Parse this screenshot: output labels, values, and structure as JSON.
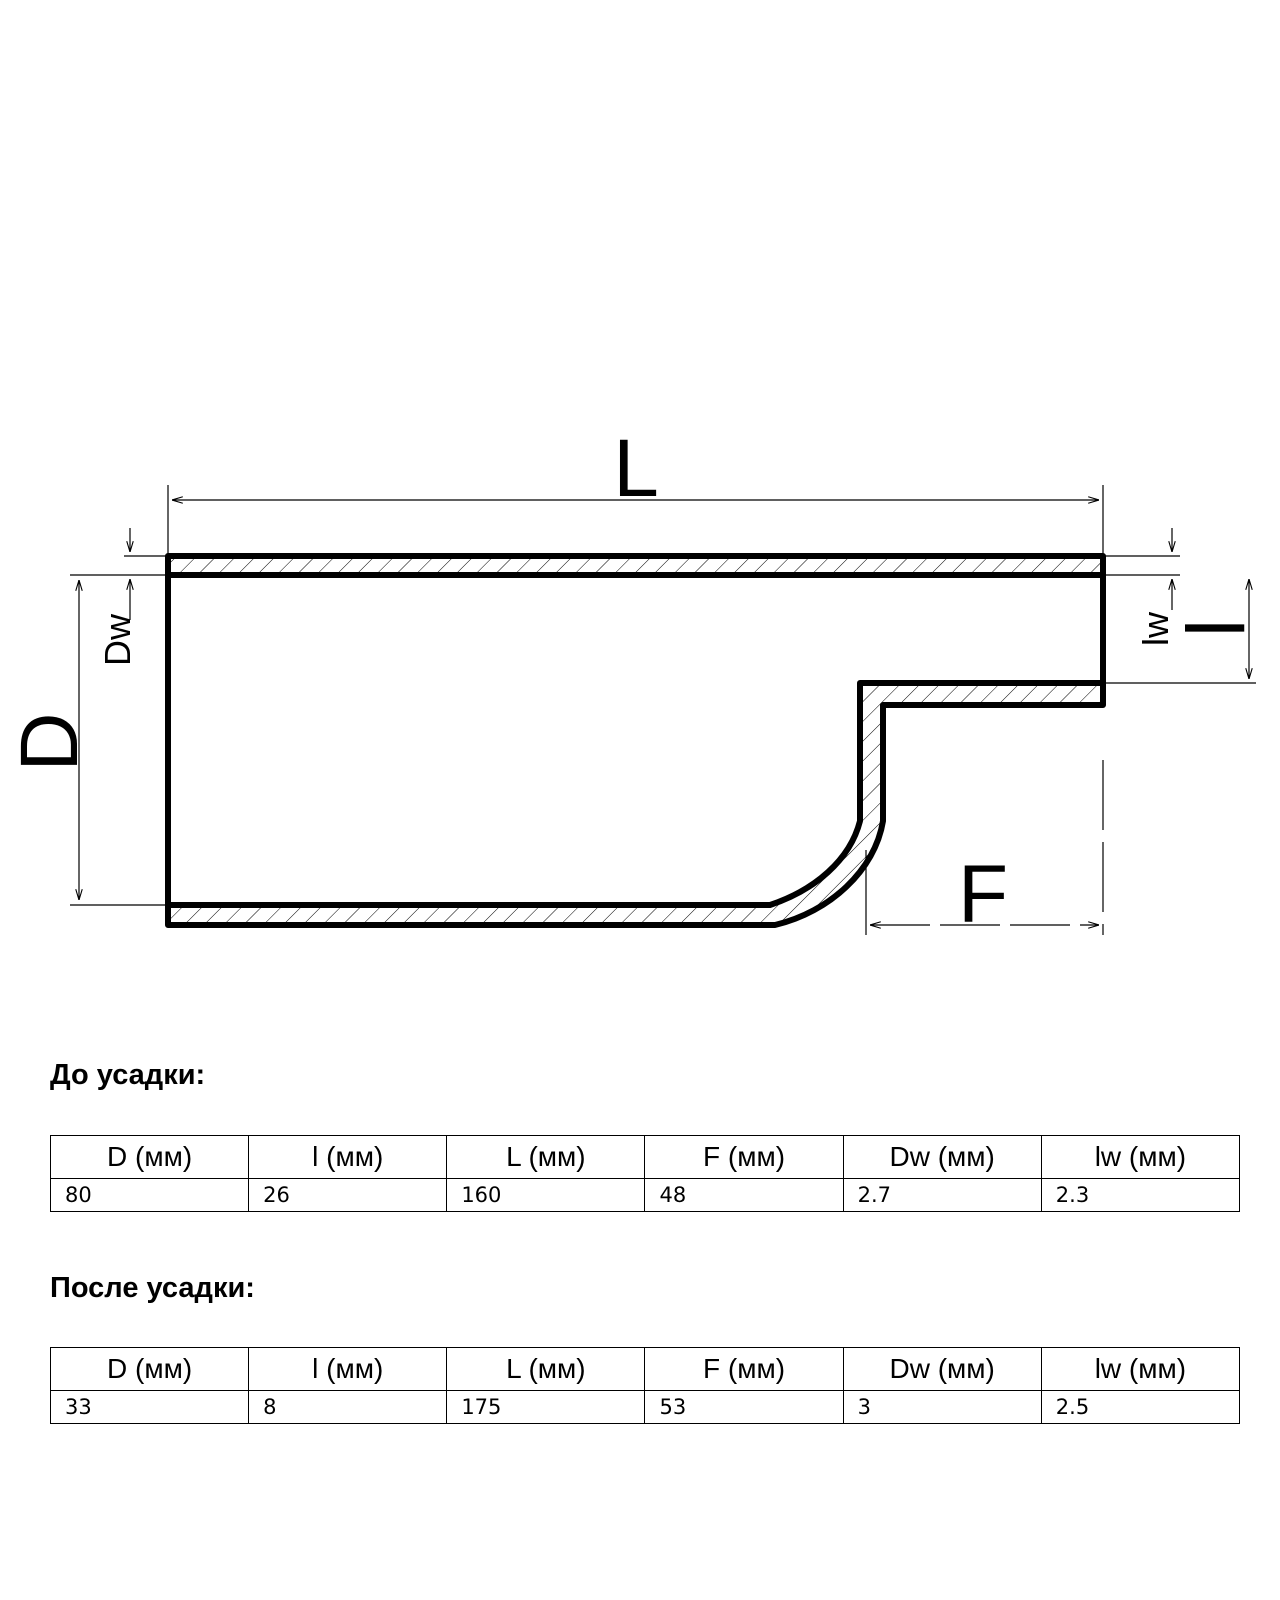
{
  "diagram": {
    "labels": {
      "L": "L",
      "D": "D",
      "F": "F",
      "Dw": "Dw",
      "lw": "lw",
      "l": "l"
    },
    "stroke_color": "#000000"
  },
  "before": {
    "title": "До усадки:",
    "headers": [
      "D (мм)",
      "l (мм)",
      "L (мм)",
      "F (мм)",
      "Dw (мм)",
      "lw (мм)"
    ],
    "values": [
      "80",
      "26",
      "160",
      "48",
      "2.7",
      "2.3"
    ]
  },
  "after": {
    "title": "После усадки:",
    "headers": [
      "D (мм)",
      "l (мм)",
      "L (мм)",
      "F (мм)",
      "Dw (мм)",
      "lw (мм)"
    ],
    "values": [
      "33",
      "8",
      "175",
      "53",
      "3",
      "2.5"
    ]
  }
}
